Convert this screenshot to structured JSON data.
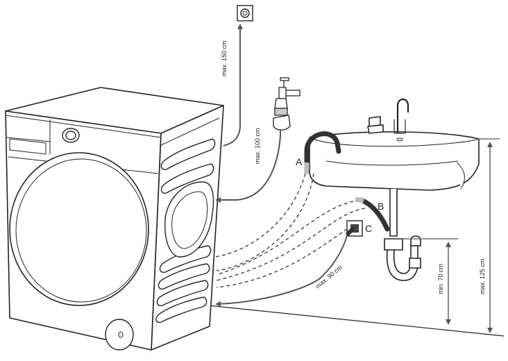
{
  "labels": {
    "point_a": "A",
    "point_b": "B",
    "point_c": "C",
    "max_150": "max. 150 cm",
    "max_100": "max. 100 cm",
    "max_90": "max. 90 cm",
    "min_70": "min. 70 cm",
    "max_125": "max. 125 cm"
  },
  "colors": {
    "line": "#222222",
    "hose": "#555555",
    "hose_dark": "#333333",
    "grey_fill": "#9a9a9a"
  }
}
